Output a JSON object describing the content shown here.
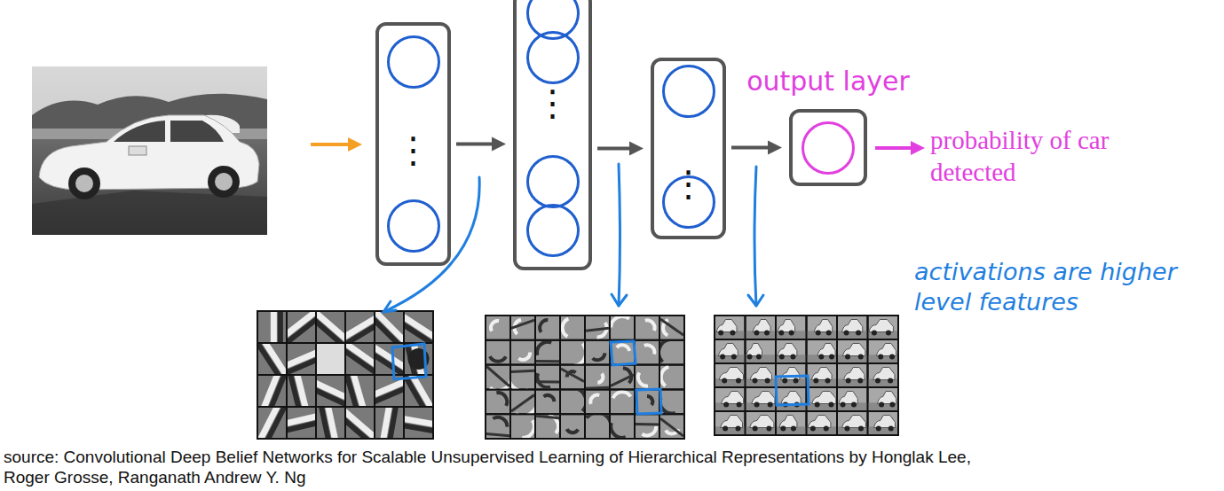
{
  "diagram": {
    "caption": "source: Convolutional Deep Belief Networks for Scalable Unsupervised Learning of Hierarchical Representations by Honglak Lee, Roger Grosse, Ranganath Andrew Y. Ng",
    "nodes": [
      {
        "text": [
          "⋮"
        ]
      },
      {
        "text": [
          "⋮"
        ]
      },
      {
        "text": [
          "⋮"
        ]
      },
      {
        "text": [
          "output layer"
        ]
      }
    ],
    "edges": [
      {
        "from": 0,
        "to": 1,
        "arrow": "to"
      },
      {
        "from": 1,
        "to": 2,
        "arrow": "to"
      },
      {
        "from": 2,
        "to": 3,
        "arrow": "to"
      }
    ],
    "labels": [
      "probability of car detected",
      "activations are higher level features"
    ]
  }
}
